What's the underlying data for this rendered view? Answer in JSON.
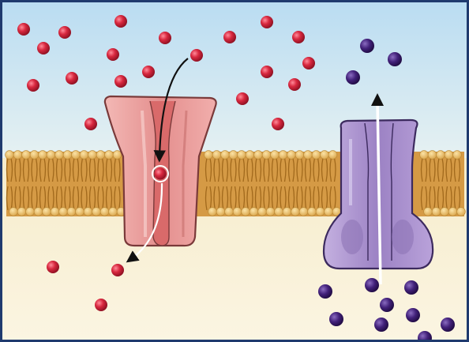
{
  "scene": {
    "subject": "membrane-channel-transport",
    "channels": [
      {
        "name": "red-channel",
        "direction": "inward",
        "color": "#e89a9a"
      },
      {
        "name": "purple-channel",
        "direction": "outward",
        "color": "#a58cc8"
      }
    ],
    "colors": {
      "sky_top": "#b9dcf2",
      "sky_bottom": "#e6f1f2",
      "cytoplasm_top": "#f6eccb",
      "cytoplasm_bottom": "#fbf5e2",
      "lipid_head": "#ecc270",
      "lipid_tail": "#c4862c",
      "red_molecule": "#c8203a",
      "purple_molecule": "#3e1a6e",
      "frame": "#1f3a6e"
    }
  }
}
